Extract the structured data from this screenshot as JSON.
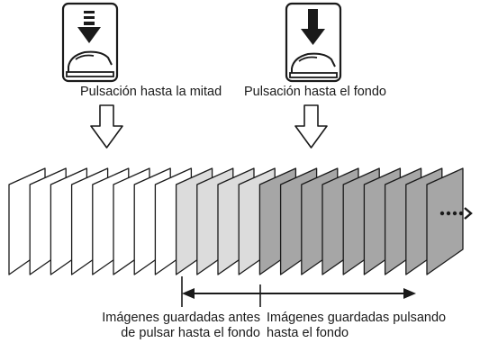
{
  "labels": {
    "half_press": "Pulsación hasta la mitad",
    "full_press": "Pulsación hasta el fondo",
    "before_line1": "Imágenes guardadas antes",
    "before_line2": "de pulsar hasta el fondo",
    "during_line1": "Imágenes guardadas pulsando",
    "during_line2": "hasta el fondo"
  },
  "icons": {
    "half_press": "shutter-half-press-icon",
    "full_press": "shutter-full-press-icon",
    "continuation": "dotted-arrow-icon"
  },
  "frames": {
    "white_count": 8,
    "light_gray_count": 4,
    "dark_gray_count": 9
  },
  "colors": {
    "white_frame": "#ffffff",
    "light_frame": "#dcdcdc",
    "dark_frame": "#a6a6a6",
    "stroke": "#1a1a1a"
  }
}
